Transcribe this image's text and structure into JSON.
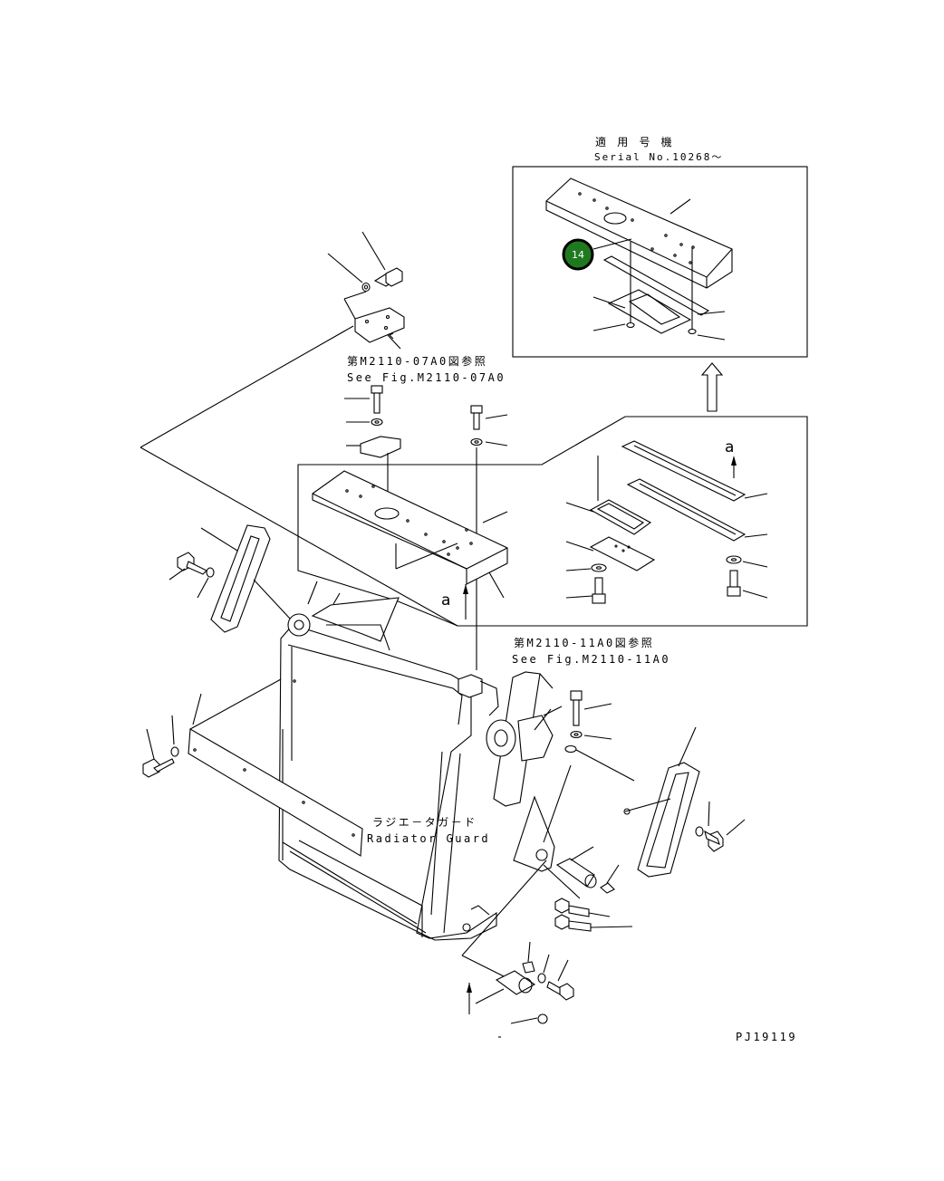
{
  "header": {
    "applicable_jp": "適 用 号 機",
    "serial_label": "Serial No.10268〜"
  },
  "references": {
    "ref1_jp": "第M2110-07A0図参照",
    "ref1_en": "See Fig.M2110-07A0",
    "ref2_jp": "第M2110-11A0図参照",
    "ref2_en": "See Fig.M2110-11A0"
  },
  "radiator_guard": {
    "jp": "ラジエ－タガ－ド",
    "en": "Radiator Guard"
  },
  "callouts": {
    "a_upper": "a",
    "a_lower": "a"
  },
  "badge": {
    "number": "14",
    "color": "#1f7a1f"
  },
  "drawing_code": "PJ19119"
}
